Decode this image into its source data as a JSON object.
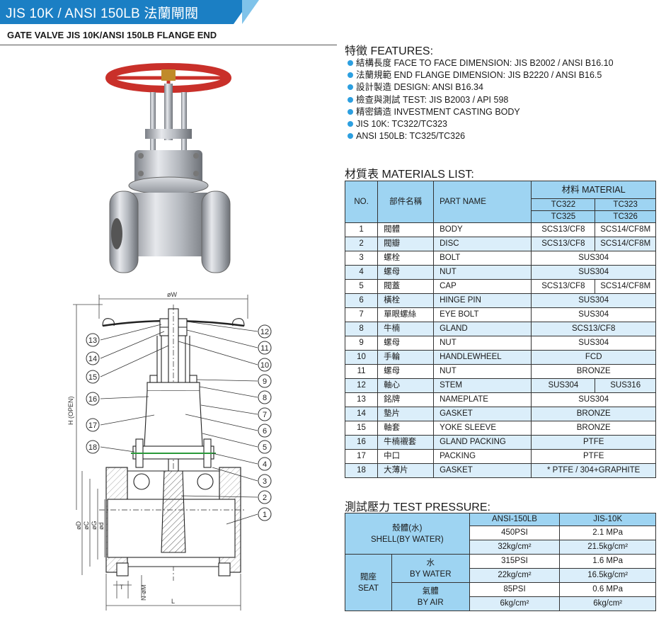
{
  "header": {
    "title": "JIS 10K / ANSI 150LB 法蘭閘閥",
    "subtitle": "GATE VALVE JIS 10K/ANSI 150LB FLANGE END"
  },
  "features": {
    "heading": "特徵 FEATURES:",
    "items": [
      "結構長度 FACE TO FACE DIMENSION: JIS B2002  / ANSI B16.10",
      "法蘭規範 END FLANGE DIMENSION: JIS B2220 / ANSI B16.5",
      "設計製造 DESIGN: ANSI B16.34",
      "檢查與測試 TEST: JIS B2003 / API 598",
      "精密鑄造 INVESTMENT CASTING BODY",
      "JIS 10K: TC322/TC323",
      "ANSI 150LB: TC325/TC326"
    ]
  },
  "materials": {
    "heading": "材質表 MATERIALS LIST:",
    "col_no": "NO.",
    "col_cn": "部件名稱",
    "col_en": "PART NAME",
    "col_material": "材料 MATERIAL",
    "models": [
      "TC322",
      "TC323",
      "TC325",
      "TC326"
    ],
    "rows": [
      {
        "no": "1",
        "cn": "閥體",
        "en": "BODY",
        "m1": "SCS13/CF8",
        "m2": "SCS14/CF8M"
      },
      {
        "no": "2",
        "cn": "閥瓣",
        "en": "DISC",
        "m1": "SCS13/CF8",
        "m2": "SCS14/CF8M"
      },
      {
        "no": "3",
        "cn": "螺栓",
        "en": "BOLT",
        "m": "SUS304"
      },
      {
        "no": "4",
        "cn": "螺母",
        "en": "NUT",
        "m": "SUS304"
      },
      {
        "no": "5",
        "cn": "閥蓋",
        "en": "CAP",
        "m1": "SCS13/CF8",
        "m2": "SCS14/CF8M"
      },
      {
        "no": "6",
        "cn": "橫栓",
        "en": "HINGE PIN",
        "m": "SUS304"
      },
      {
        "no": "7",
        "cn": "單眼螺絲",
        "en": "EYE BOLT",
        "m": "SUS304"
      },
      {
        "no": "8",
        "cn": "牛楠",
        "en": "GLAND",
        "m": "SCS13/CF8"
      },
      {
        "no": "9",
        "cn": "螺母",
        "en": "NUT",
        "m": "SUS304"
      },
      {
        "no": "10",
        "cn": "手輪",
        "en": "HANDLEWHEEL",
        "m": "FCD"
      },
      {
        "no": "11",
        "cn": "螺母",
        "en": "NUT",
        "m": "BRONZE"
      },
      {
        "no": "12",
        "cn": "軸心",
        "en": "STEM",
        "m1": "SUS304",
        "m2": "SUS316"
      },
      {
        "no": "13",
        "cn": "銘牌",
        "en": "NAMEPLATE",
        "m": "SUS304"
      },
      {
        "no": "14",
        "cn": "墊片",
        "en": "GASKET",
        "m": "BRONZE"
      },
      {
        "no": "15",
        "cn": "軸套",
        "en": "YOKE SLEEVE",
        "m": "BRONZE"
      },
      {
        "no": "16",
        "cn": "牛楠襯套",
        "en": "GLAND PACKING",
        "m": "PTFE"
      },
      {
        "no": "17",
        "cn": "中口",
        "en": "PACKING",
        "m": "PTFE"
      },
      {
        "no": "18",
        "cn": "大薄片",
        "en": "GASKET",
        "m": "* PTFE / 304+GRAPHITE"
      }
    ]
  },
  "pressure": {
    "heading": "測試壓力 TEST PRESSURE:",
    "col_ansi": "ANSI-150LB",
    "col_jis": "JIS-10K",
    "shell_cn": "殼體(水)",
    "shell_en": "SHELL(BY WATER)",
    "seat_cn": "閥座",
    "seat_en": "SEAT",
    "water_cn": "水",
    "water_en": "BY WATER",
    "air_cn": "氣體",
    "air_en": "BY AIR",
    "shell_ansi_psi": "450PSI",
    "shell_jis_mpa": "2.1 MPa",
    "shell_ansi_kg": "32kg/cm²",
    "shell_jis_kg": "21.5kg/cm²",
    "water_ansi_psi": "315PSI",
    "water_jis_mpa": "1.6 MPa",
    "water_ansi_kg": "22kg/cm²",
    "water_jis_kg": "16.5kg/cm²",
    "air_ansi_psi": "85PSI",
    "air_jis_mpa": "0.6 MPa",
    "air_ansi_kg": "6kg/cm²",
    "air_jis_kg": "6kg/cm²"
  },
  "drawing": {
    "dim_w": "øW",
    "dim_h": "H (OPEN)",
    "dim_d": "øD",
    "dim_c": "øC",
    "dim_g": "øG",
    "dim_d2": "ød",
    "dim_t": "T",
    "dim_n": "N-øM",
    "dim_l": "L",
    "callouts_left": [
      "13",
      "14",
      "15",
      "16",
      "17",
      "18"
    ],
    "callouts_right": [
      "12",
      "11",
      "10",
      "9",
      "8",
      "7",
      "6",
      "5",
      "4",
      "3",
      "2",
      "1"
    ]
  },
  "colors": {
    "accent": "#1b7fc4",
    "table_header": "#9ed4f2",
    "table_alt": "#dbeefa",
    "handwheel": "#d8382c"
  }
}
